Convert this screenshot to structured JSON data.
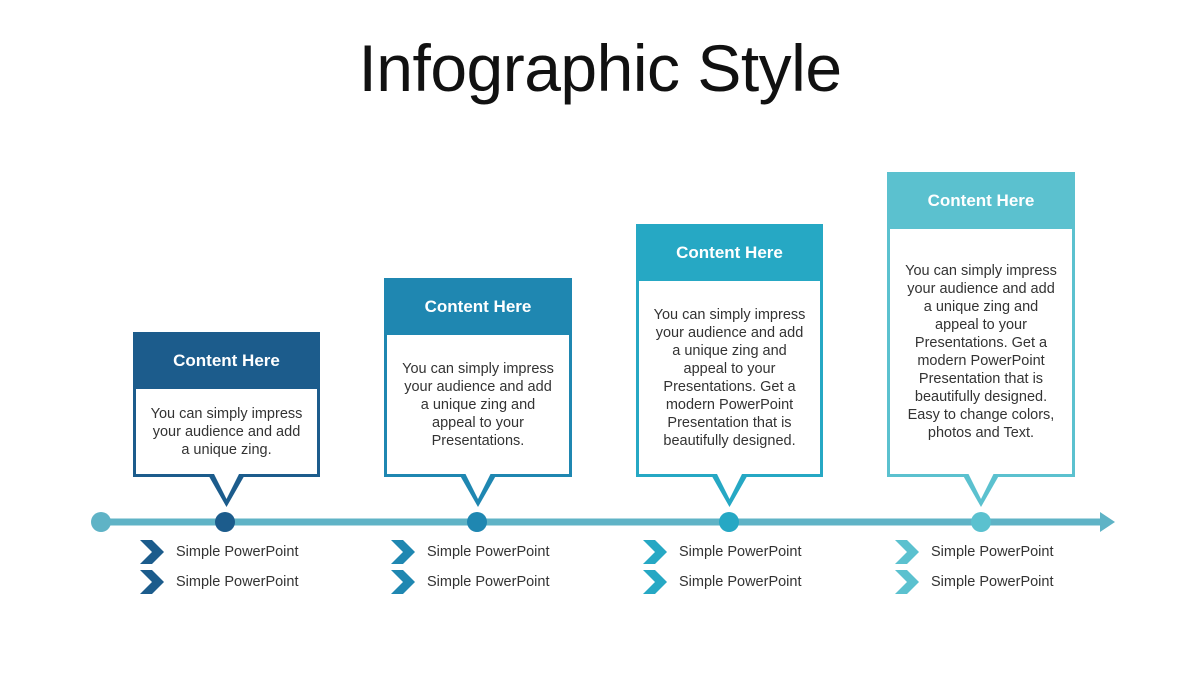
{
  "slide": {
    "title": "Infographic Style"
  },
  "colors": {
    "step1": "#1c5c8c",
    "step2": "#1f87b1",
    "step3": "#26a8c4",
    "step4": "#5bc1cf",
    "line": "#5fb3c6"
  },
  "steps": [
    {
      "heading": "Content  Here",
      "body": "You can simply impress your audience and add a unique zing.",
      "bullets": [
        "Simple PowerPoint",
        "Simple PowerPoint"
      ]
    },
    {
      "heading": "Content  Here",
      "body": "You can simply impress your audience and add a unique zing and appeal to your Presentations.",
      "bullets": [
        "Simple PowerPoint",
        "Simple PowerPoint"
      ]
    },
    {
      "heading": "Content  Here",
      "body": "You can simply impress your audience and add a unique zing and appeal to your Presentations. Get a modern PowerPoint Presentation that is beautifully designed.",
      "bullets": [
        "Simple PowerPoint",
        "Simple PowerPoint"
      ]
    },
    {
      "heading": "Content  Here",
      "body": "You can simply impress your audience and add a unique zing and appeal to your Presentations. Get a modern PowerPoint Presentation that is beautifully designed. Easy to change colors, photos and Text.",
      "bullets": [
        "Simple PowerPoint",
        "Simple PowerPoint"
      ]
    }
  ]
}
